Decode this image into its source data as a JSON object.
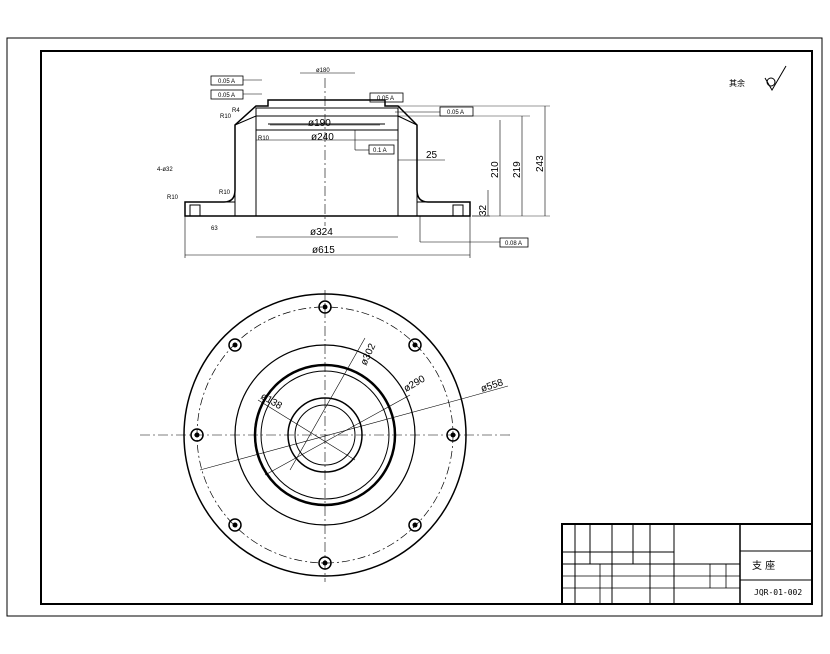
{
  "drawing": {
    "part_name": "支    座",
    "drawing_number": "JQR-01-002",
    "surface_note": "其余"
  },
  "section_view": {
    "dimensions": {
      "phi190": "ø190",
      "phi240": "ø240",
      "phi324": "ø324",
      "phi615": "ø615",
      "d25": "25",
      "d32": "32",
      "h210": "210",
      "h219": "219",
      "h243": "243",
      "phi180": "ø180",
      "r10a": "R10",
      "r10b": "R10",
      "r10c": "R10",
      "r10d": "R10",
      "r4": "R4",
      "holes": "4-ø32",
      "c63": "63"
    },
    "tolerances": {
      "t1": "0.05 A",
      "t2": "0.05 A",
      "t3": "0.05 A",
      "t4": "0.05 A",
      "t5": "0.1 A",
      "t6": "0.08 A"
    }
  },
  "plan_view": {
    "dimensions": {
      "phi558": "ø558",
      "phi290": "ø290",
      "phi302": "ø302",
      "phi138": "ø138"
    }
  }
}
